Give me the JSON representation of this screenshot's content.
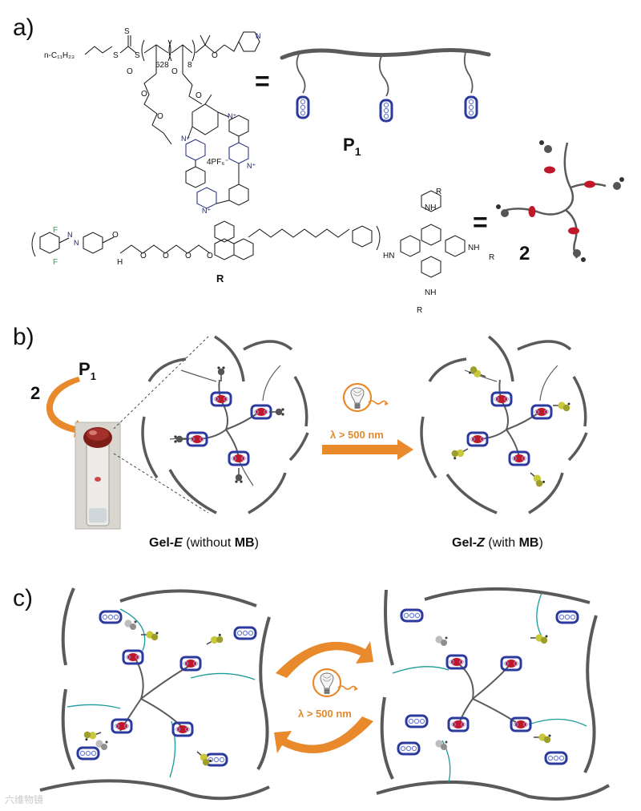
{
  "panels": {
    "a": {
      "label": "a)"
    },
    "b": {
      "label": "b)"
    },
    "c": {
      "label": "c)"
    }
  },
  "polymer": {
    "end_group": "n-C₁₁H₂₃",
    "s_left": "S",
    "s_top": "S",
    "s_right": "S",
    "n1": "628",
    "n2": "8",
    "counter_ion": "4PF₆⁻",
    "n_plus": "N⁺",
    "n_pyridine": "N",
    "o_atom": "O",
    "equals": "=",
    "name": "P",
    "name_sub": "1"
  },
  "crosslinker": {
    "f_atom": "F",
    "n_atom": "N",
    "h_atom": "H",
    "o_atom": "O",
    "nh": "NH",
    "hn": "HN",
    "r_group": "R",
    "r_label": "R",
    "equals": "=",
    "name": "2"
  },
  "panel_b": {
    "reagent_2": "2",
    "reagent_p": "P",
    "reagent_p_sub": "1",
    "light_label": "λ > 500 nm",
    "caption_left_a": "Gel-",
    "caption_left_b": "E",
    "caption_left_c": " (without ",
    "caption_left_d": "MB",
    "caption_left_e": ")",
    "caption_right_a": "Gel-",
    "caption_right_b": "Z",
    "caption_right_c": " (with ",
    "caption_right_d": "MB",
    "caption_right_e": ")"
  },
  "panel_c": {
    "light_label": "λ > 500 nm"
  },
  "watermark": "六维物镜",
  "colors": {
    "polymer_gray": "#5a5a5a",
    "macrocycle_blue": "#2c3a9e",
    "azo_red": "#c0182a",
    "azo_yellow": "#c8c83a",
    "arrow_orange": "#e8892c",
    "crosslink_teal": "#1a9a9a"
  }
}
